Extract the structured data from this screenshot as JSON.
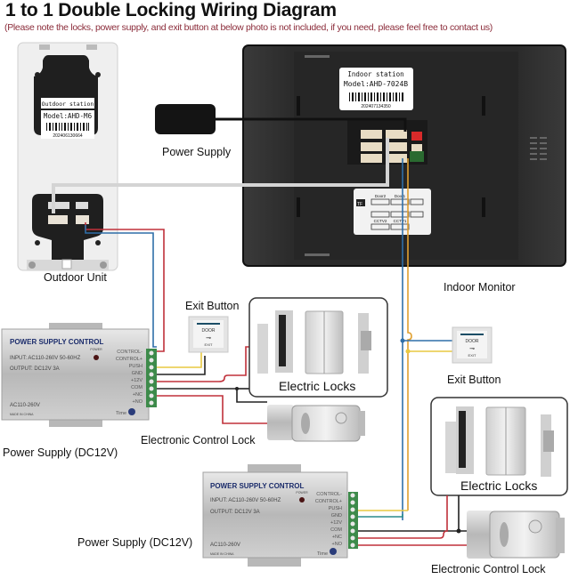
{
  "header": {
    "title": "1 to 1 Double Locking Wiring Diagram",
    "subtitle": "(Please note the locks, power supply, and exit button at below photo is not included, if you need, please feel free to contact us)"
  },
  "outdoor_unit": {
    "label": "Outdoor Unit",
    "sticker_title": "Outdoor station",
    "model": "Model:AHD-M6",
    "serial": "202406130664"
  },
  "indoor_monitor": {
    "label": "Indoor Monitor",
    "sticker_title": "Indoor station",
    "model": "Model:AHD-7024B",
    "serial": "202407134350",
    "port_labels": [
      "Door2",
      "Door1",
      "CCTV2",
      "CCTV1"
    ],
    "tf_label": "TF"
  },
  "power_supply_adapter": {
    "label": "Power Supply"
  },
  "power_supply_units": [
    {
      "label": "Power Supply (DC12V)",
      "brand": "POWER SUPPLY CONTROL",
      "input": "INPUT: AC110-260V 50-60HZ",
      "output": "OUTPUT: DC12V  3A",
      "ac": "AC110-260V",
      "made": "MADE IN CHINA",
      "power_led": "POWER",
      "time": "Time",
      "terminals": [
        "CONTROL-",
        "CONTROL+",
        "PUSH",
        "GND",
        "+12V",
        "COM",
        "+NC",
        "+NO"
      ]
    },
    {
      "label": "Power Supply (DC12V)",
      "brand": "POWER SUPPLY CONTROL",
      "input": "INPUT: AC110-260V 50-60HZ",
      "output": "OUTPUT: DC12V  3A",
      "ac": "AC110-260V",
      "made": "MADE IN CHINA",
      "power_led": "POWER",
      "time": "Time",
      "terminals": [
        "CONTROL-",
        "CONTROL+",
        "PUSH",
        "GND",
        "+12V",
        "COM",
        "+NC",
        "+NO"
      ]
    }
  ],
  "exit_buttons": [
    {
      "label": "Exit Button",
      "face_top": "DOOR",
      "face_bottom": "EXIT"
    },
    {
      "label": "Exit Button",
      "face_top": "DOOR",
      "face_bottom": "EXIT"
    }
  ],
  "electric_locks": [
    {
      "label": "Electric Locks"
    },
    {
      "label": "Electric Locks"
    }
  ],
  "control_locks": [
    {
      "label": "Electronic Control Lock"
    },
    {
      "label": "Electronic Control Lock"
    }
  ],
  "wire_colors": {
    "red": "#c0303a",
    "blue": "#2f6fa8",
    "teal": "#2a8c8c",
    "yellow": "#e8c840",
    "orange": "#e0a030",
    "black": "#222222",
    "grey_cable": "#d8d8d8"
  }
}
